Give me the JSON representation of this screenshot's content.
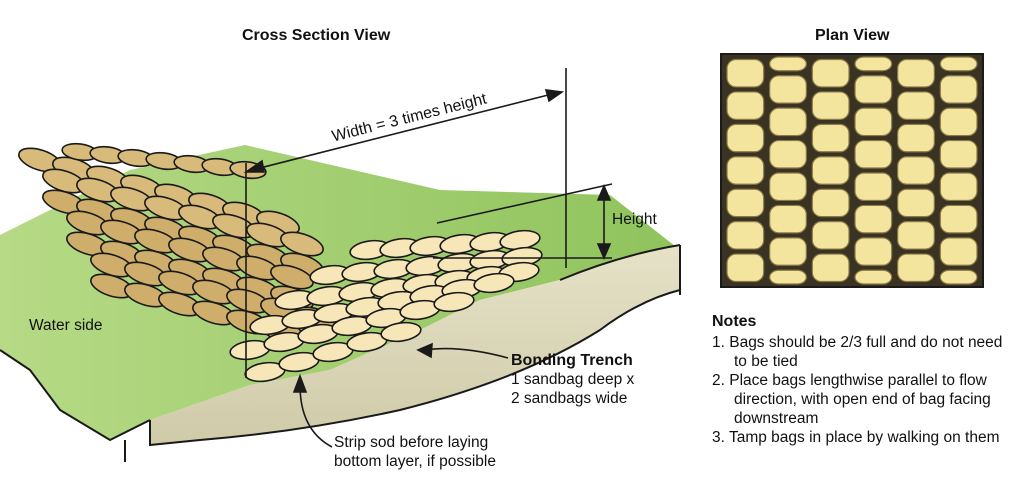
{
  "cross_section": {
    "title": "Cross Section View",
    "width_label": "Width = 3 times height",
    "height_label": "Height",
    "water_side_label": "Water side",
    "bonding_trench": {
      "title": "Bonding Trench",
      "line1": "1 sandbag deep x",
      "line2": "2 sandbags wide"
    },
    "strip_sod": {
      "line1": "Strip sod before laying",
      "line2": "bottom layer, if possible"
    }
  },
  "plan_view": {
    "title": "Plan View"
  },
  "notes": {
    "title": "Notes",
    "items": [
      "1. Bags should be 2/3 full and do not need to be tied",
      "2. Place bags lengthwise parallel to flow direction, with open end of bag facing downstream",
      "3. Tamp bags in place by walking on them"
    ]
  },
  "colors": {
    "grass": "#a9d47a",
    "bag_dark": "#d9bc7e",
    "bag_light": "#f6e6b8",
    "plan_bag": "#f3e59e",
    "outline": "#1a1a1a"
  }
}
